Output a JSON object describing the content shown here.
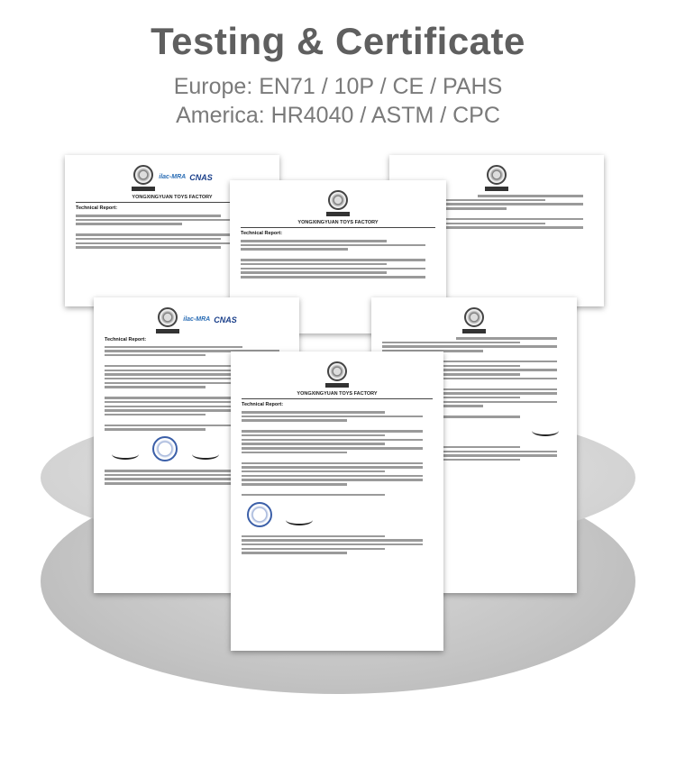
{
  "header": {
    "title": "Testing & Certificate",
    "line1": "Europe: EN71 / 10P / CE / PAHS",
    "line2": "America: HR4040 /  ASTM / CPC"
  },
  "certificate": {
    "factory": "YONGXINGYUAN TOYS FACTORY",
    "report_label": "Technical Report:",
    "logo_ilac": "ilac-MRA",
    "logo_cnas": "CNAS"
  }
}
